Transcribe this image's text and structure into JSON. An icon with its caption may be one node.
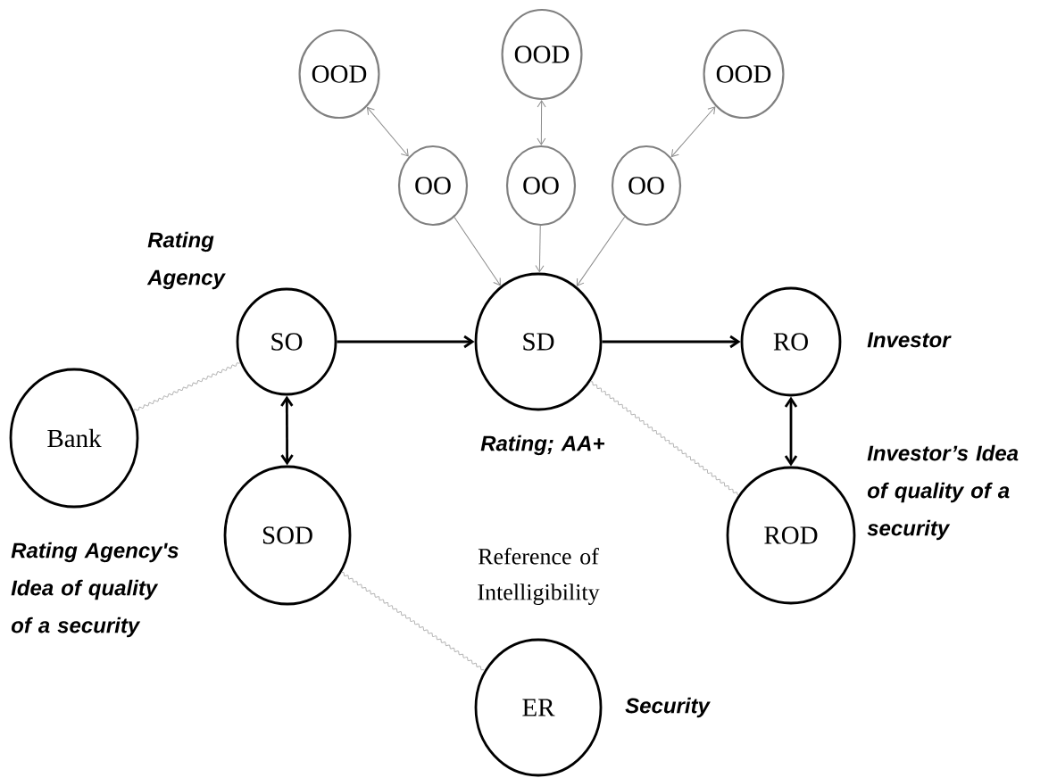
{
  "diagram": {
    "nodes": [
      {
        "text": [
          "OOD"
        ]
      },
      {
        "text": [
          "OOD"
        ]
      },
      {
        "text": [
          "OOD"
        ]
      },
      {
        "text": [
          "OO"
        ]
      },
      {
        "text": [
          "OO"
        ]
      },
      {
        "text": [
          "OO"
        ]
      },
      {
        "text": [
          "SO"
        ],
        "beside": [
          "Rating Agency"
        ]
      },
      {
        "text": [
          "SD"
        ],
        "beside": [
          "Rating; AA+"
        ]
      },
      {
        "text": [
          "RO"
        ],
        "beside": [
          "Investor"
        ]
      },
      {
        "text": [
          "Bank"
        ]
      },
      {
        "text": [
          "SOD"
        ],
        "beside": [
          "Rating Agency's Idea of quality of a security"
        ]
      },
      {
        "text": [
          "ROD"
        ],
        "beside": [
          "Investor’s Idea of quality of a security"
        ]
      },
      {
        "text": [
          "ER"
        ],
        "beside": [
          "Security"
        ]
      }
    ],
    "edges": [
      {
        "from": 0,
        "to": 3,
        "arrow": "both",
        "color": "#8c8c8c"
      },
      {
        "from": 1,
        "to": 4,
        "arrow": "both",
        "color": "#8c8c8c"
      },
      {
        "from": 2,
        "to": 5,
        "arrow": "both",
        "color": "#8c8c8c"
      },
      {
        "from": 3,
        "to": 7,
        "arrow": "to",
        "color": "#8c8c8c"
      },
      {
        "from": 4,
        "to": 7,
        "arrow": "to",
        "color": "#8c8c8c"
      },
      {
        "from": 5,
        "to": 7,
        "arrow": "to",
        "color": "#8c8c8c"
      },
      {
        "from": 6,
        "to": 7,
        "arrow": "to",
        "style": "thick",
        "color": "#000000"
      },
      {
        "from": 7,
        "to": 8,
        "arrow": "to",
        "style": "thick",
        "color": "#000000"
      },
      {
        "from": 6,
        "to": 10,
        "arrow": "both",
        "style": "thick",
        "color": "#000000"
      },
      {
        "from": 8,
        "to": 11,
        "arrow": "both",
        "style": "thick",
        "color": "#000000"
      },
      {
        "from": 9,
        "to": 6,
        "arrow": "none",
        "color": "#b3b3b3"
      },
      {
        "from": 7,
        "to": 11,
        "arrow": "none",
        "color": "#b3b3b3"
      },
      {
        "from": 10,
        "to": 12,
        "arrow": "none",
        "color": "#b3b3b3"
      }
    ],
    "labels": [
      "Reference of Intelligibility"
    ]
  }
}
